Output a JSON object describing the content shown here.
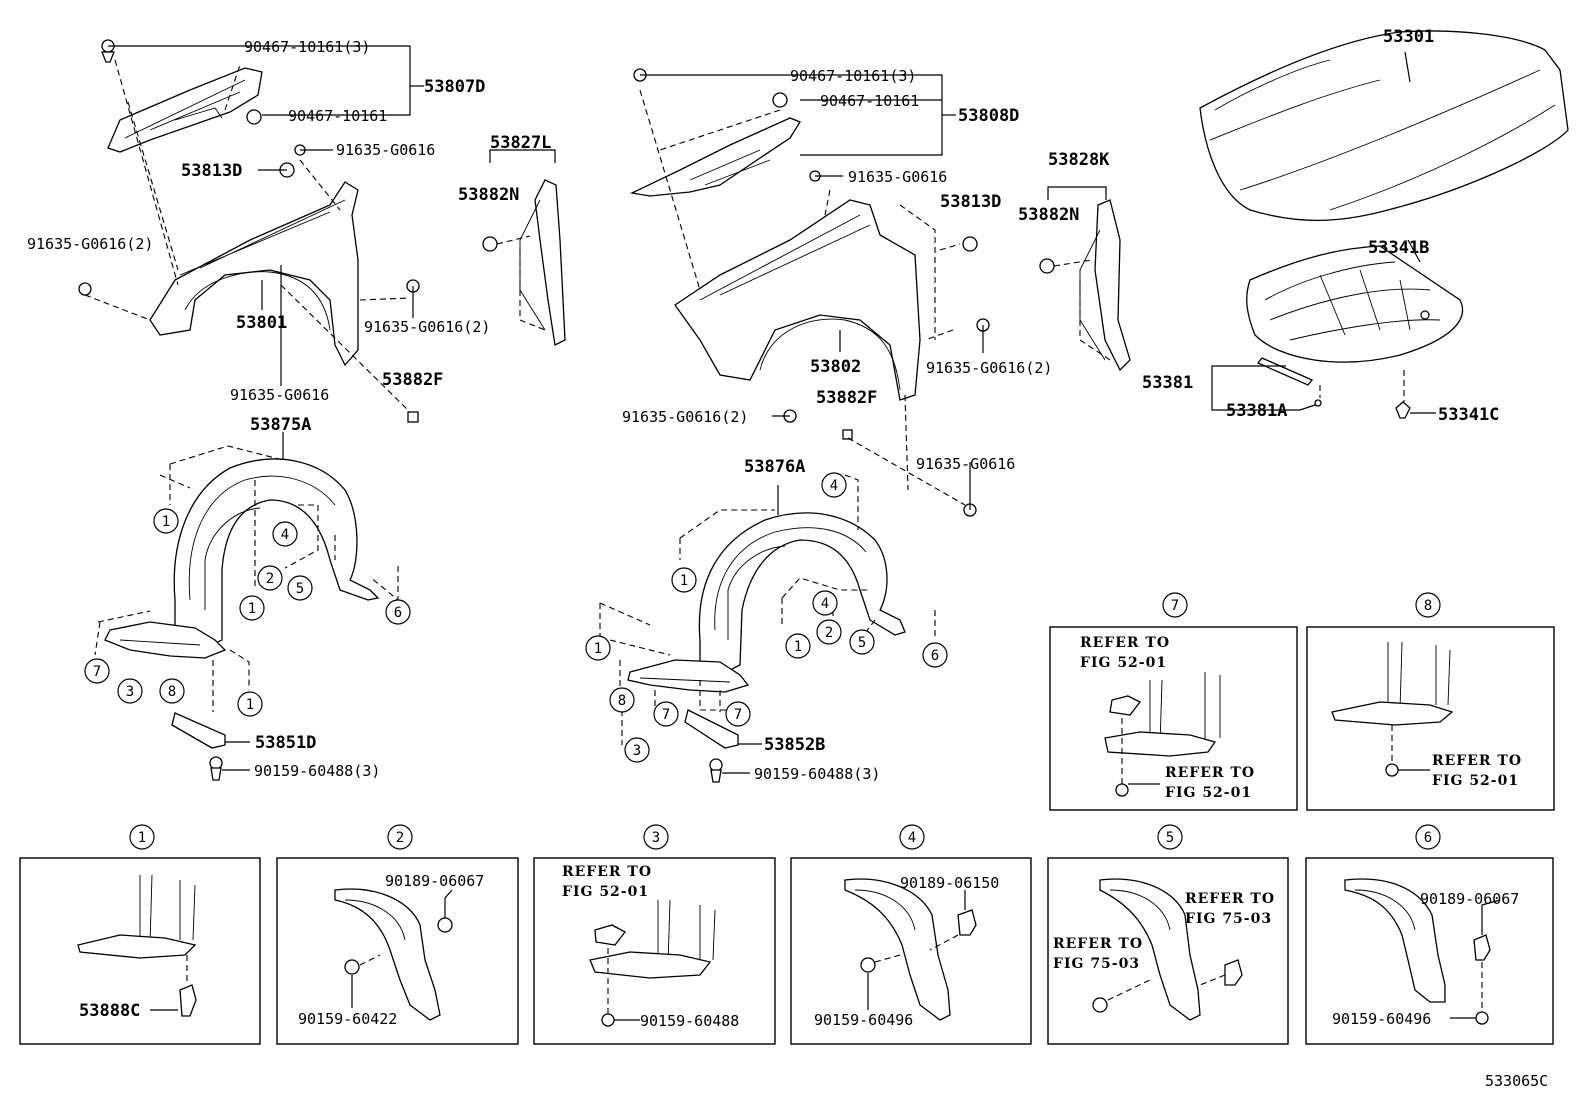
{
  "labels": {
    "p90467_10161_3_L": "90467-10161(3)",
    "p90467_10161_L": "90467-10161",
    "p53807D": "53807D",
    "p91635_G0616_top_L": "91635-G0616",
    "p53813D_L": "53813D",
    "p91635_G0616_2_L": "91635-G0616(2)",
    "p53801": "53801",
    "p91635_G0616_2_Lb": "91635-G0616(2)",
    "p91635_G0616_bot_L": "91635-G0616",
    "p53882F_L": "53882F",
    "p53827L": "53827L",
    "p53882N_L": "53882N",
    "p53875A": "53875A",
    "p53851D": "53851D",
    "p90159_60488_3_L": "90159-60488(3)",
    "p90467_10161_3_R": "90467-10161(3)",
    "p90467_10161_R": "90467-10161",
    "p53808D": "53808D",
    "p91635_G0616_top_R": "91635-G0616",
    "p53813D_R": "53813D",
    "p53828K": "53828K",
    "p53882N_R": "53882N",
    "p53802": "53802",
    "p91635_G0616_2_R": "91635-G0616(2)",
    "p91635_G0616_2_Rb": "91635-G0616(2)",
    "p53882F_R": "53882F",
    "p91635_G0616_bot_R": "91635-G0616",
    "p53876A": "53876A",
    "p53852B": "53852B",
    "p90159_60488_3_R": "90159-60488(3)",
    "p53301": "53301",
    "p53341B": "53341B",
    "p53381": "53381",
    "p53381A": "53381A",
    "p53341C": "53341C"
  },
  "callouts": [
    "1",
    "2",
    "3",
    "4",
    "5",
    "6",
    "7",
    "8"
  ],
  "detail_boxes": {
    "d7": {
      "refer1": "REFER TO",
      "fig1": "FIG 52-01",
      "refer2": "REFER TO",
      "fig2": "FIG 52-01"
    },
    "d8": {
      "refer": "REFER TO",
      "fig": "FIG 52-01"
    },
    "d1": {
      "part": "53888C"
    },
    "d2": {
      "top": "90189-06067",
      "bottom": "90159-60422"
    },
    "d3": {
      "refer": "REFER TO",
      "fig": "FIG 52-01",
      "bottom": "90159-60488"
    },
    "d4": {
      "top": "90189-06150",
      "bottom": "90159-60496"
    },
    "d5": {
      "refer1": "REFER TO",
      "fig1": "FIG 75-03",
      "refer2": "REFER TO",
      "fig2": "FIG 75-03"
    },
    "d6": {
      "top": "90189-06067",
      "bottom": "90159-60496"
    }
  },
  "figure_code": "533065C"
}
